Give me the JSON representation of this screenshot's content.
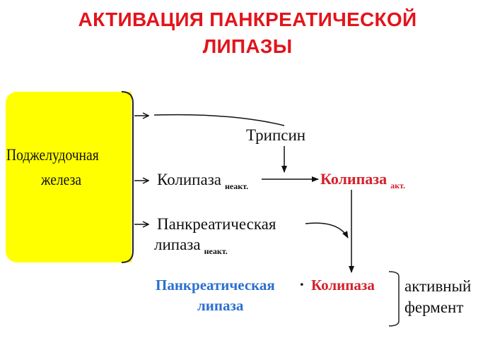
{
  "title": {
    "line1": "АКТИВАЦИЯ ПАНКРЕАТИЧЕСКОЙ",
    "line2": "ЛИПАЗЫ"
  },
  "source": {
    "line1": "Поджелудочная",
    "line2": "железа"
  },
  "trypsin": "Трипсин",
  "colipase_inactive": {
    "label": "Колипаза",
    "sub": "неакт."
  },
  "colipase_active": {
    "label": "Колипаза",
    "sub": "акт."
  },
  "lipase_inactive": {
    "line1": "Панкреатическая",
    "line2": "липаза",
    "sub": "неакт."
  },
  "complex": {
    "lipase_line1": "Панкреатическая",
    "lipase_line2": "липаза",
    "dot": "·",
    "colipase": "Колипаза"
  },
  "result": {
    "line1": "активный",
    "line2": "фермент"
  },
  "colors": {
    "title": "#e3141c",
    "box": "#ffff00",
    "active": "#d3212a",
    "lipase": "#2b6fd0"
  }
}
